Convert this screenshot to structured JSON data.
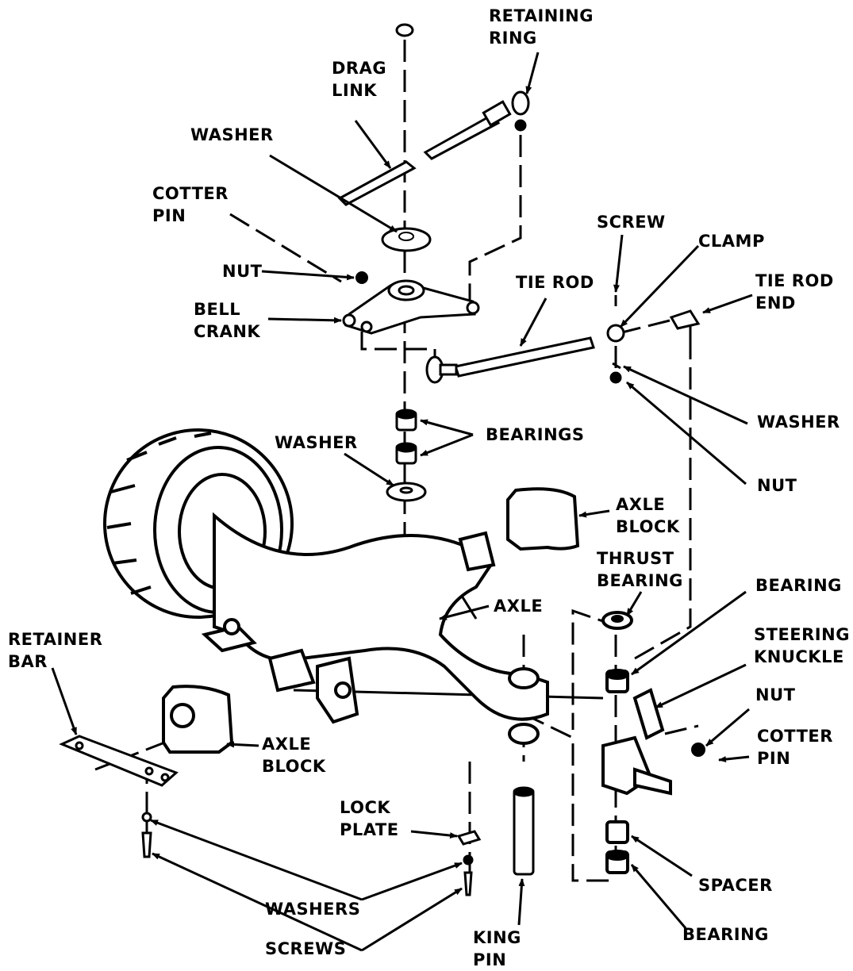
{
  "labels": {
    "retaining_ring": [
      "RETAINING",
      "RING"
    ],
    "drag_link": [
      "DRAG",
      "LINK"
    ],
    "washer_top": [
      "WASHER"
    ],
    "cotter_pin_top": [
      "COTTER",
      "PIN"
    ],
    "nut_top": [
      "NUT"
    ],
    "bell_crank": [
      "BELL",
      "CRANK"
    ],
    "screw": [
      "SCREW"
    ],
    "clamp": [
      "CLAMP"
    ],
    "tie_rod": [
      "TIE ROD"
    ],
    "tie_rod_end": [
      "TIE ROD",
      "END"
    ],
    "washer_right": [
      "WASHER"
    ],
    "bearings": [
      "BEARINGS"
    ],
    "washer_mid": [
      "WASHER"
    ],
    "nut_right": [
      "NUT"
    ],
    "axle_block_right": [
      "AXLE",
      "BLOCK"
    ],
    "thrust_bearing": [
      "THRUST",
      "BEARING"
    ],
    "bearing_upper": [
      "BEARING"
    ],
    "axle": [
      "AXLE"
    ],
    "steering_knuckle": [
      "STEERING",
      "KNUCKLE"
    ],
    "retainer_bar": [
      "RETAINER",
      "BAR"
    ],
    "nut_knuckle": [
      "NUT"
    ],
    "cotter_pin_knuckle": [
      "COTTER",
      "PIN"
    ],
    "axle_block_left": [
      "AXLE",
      "BLOCK"
    ],
    "lock_plate": [
      "LOCK",
      "PLATE"
    ],
    "spacer": [
      "SPACER"
    ],
    "washers": [
      "WASHERS"
    ],
    "bearing_lower": [
      "BEARING"
    ],
    "screws": [
      "SCREWS"
    ],
    "king_pin": [
      "KING",
      "PIN"
    ]
  }
}
